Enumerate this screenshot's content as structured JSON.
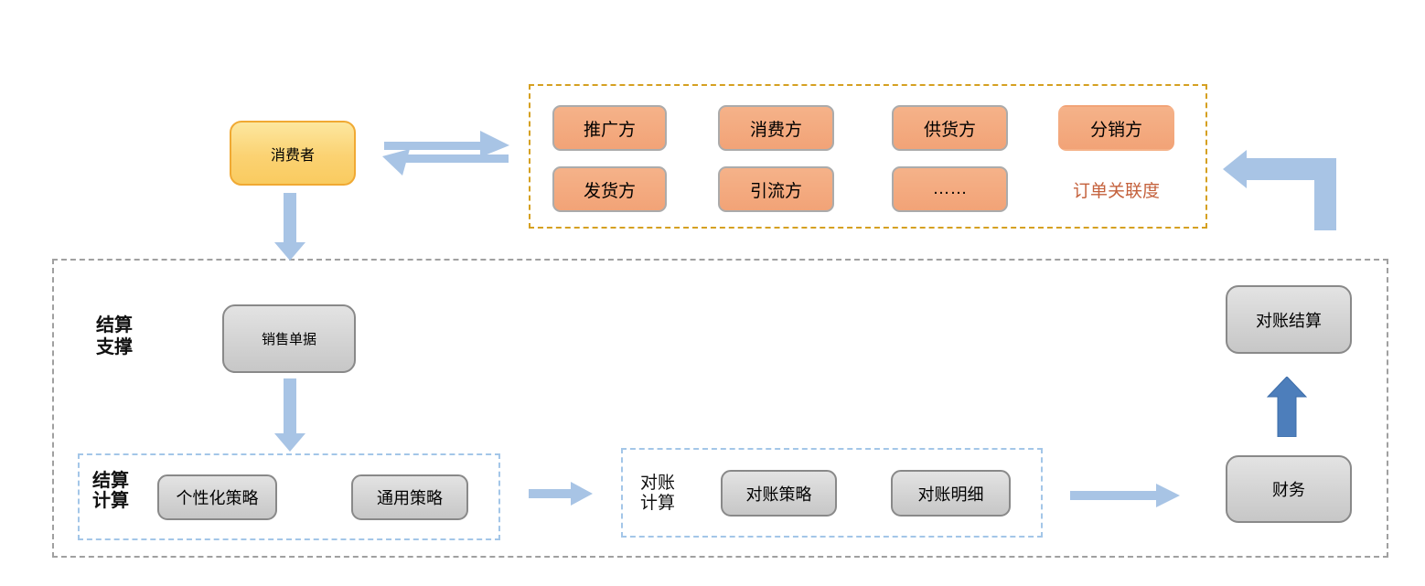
{
  "consumer": {
    "label": "消费者"
  },
  "parties": {
    "row1": [
      "推广方",
      "消费方",
      "供货方",
      "分销方"
    ],
    "row2": [
      "发货方",
      "引流方",
      "……"
    ],
    "note": "订单关联度"
  },
  "support": {
    "label_line1": "结算",
    "label_line2": "支撑",
    "sales_doc": "销售单据",
    "finance": "财务",
    "reconcile_settlement": "对账结算"
  },
  "settlement_calc": {
    "label_line1": "结算",
    "label_line2": "计算",
    "personalized": "个性化策略",
    "general": "通用策略"
  },
  "reconcile_calc": {
    "label_line1": "对账",
    "label_line2": "计算",
    "strategy": "对账策略",
    "detail": "对账明细"
  },
  "icons": {
    "exchange_arrows": "exchange-arrows",
    "down_arrow": "down-arrow",
    "right_arrow": "right-arrow",
    "up_arrow": "up-arrow",
    "elbow_arrow": "elbow-left-arrow"
  },
  "colors": {
    "party_fill": "#F2A377",
    "consumer_fill": "#FBD272",
    "consumer_border": "#F0A933",
    "panel_orange_border": "#D5A021",
    "panel_blue_border": "#A3C6E8",
    "panel_gray_border": "#A0A0A0",
    "node_gray_fill": "#D3D3D3",
    "node_gray_border": "#898989",
    "arrow_light_blue": "#A8C4E5",
    "arrow_dark_blue": "#4D7EBB",
    "note_text": "#C4613C"
  }
}
